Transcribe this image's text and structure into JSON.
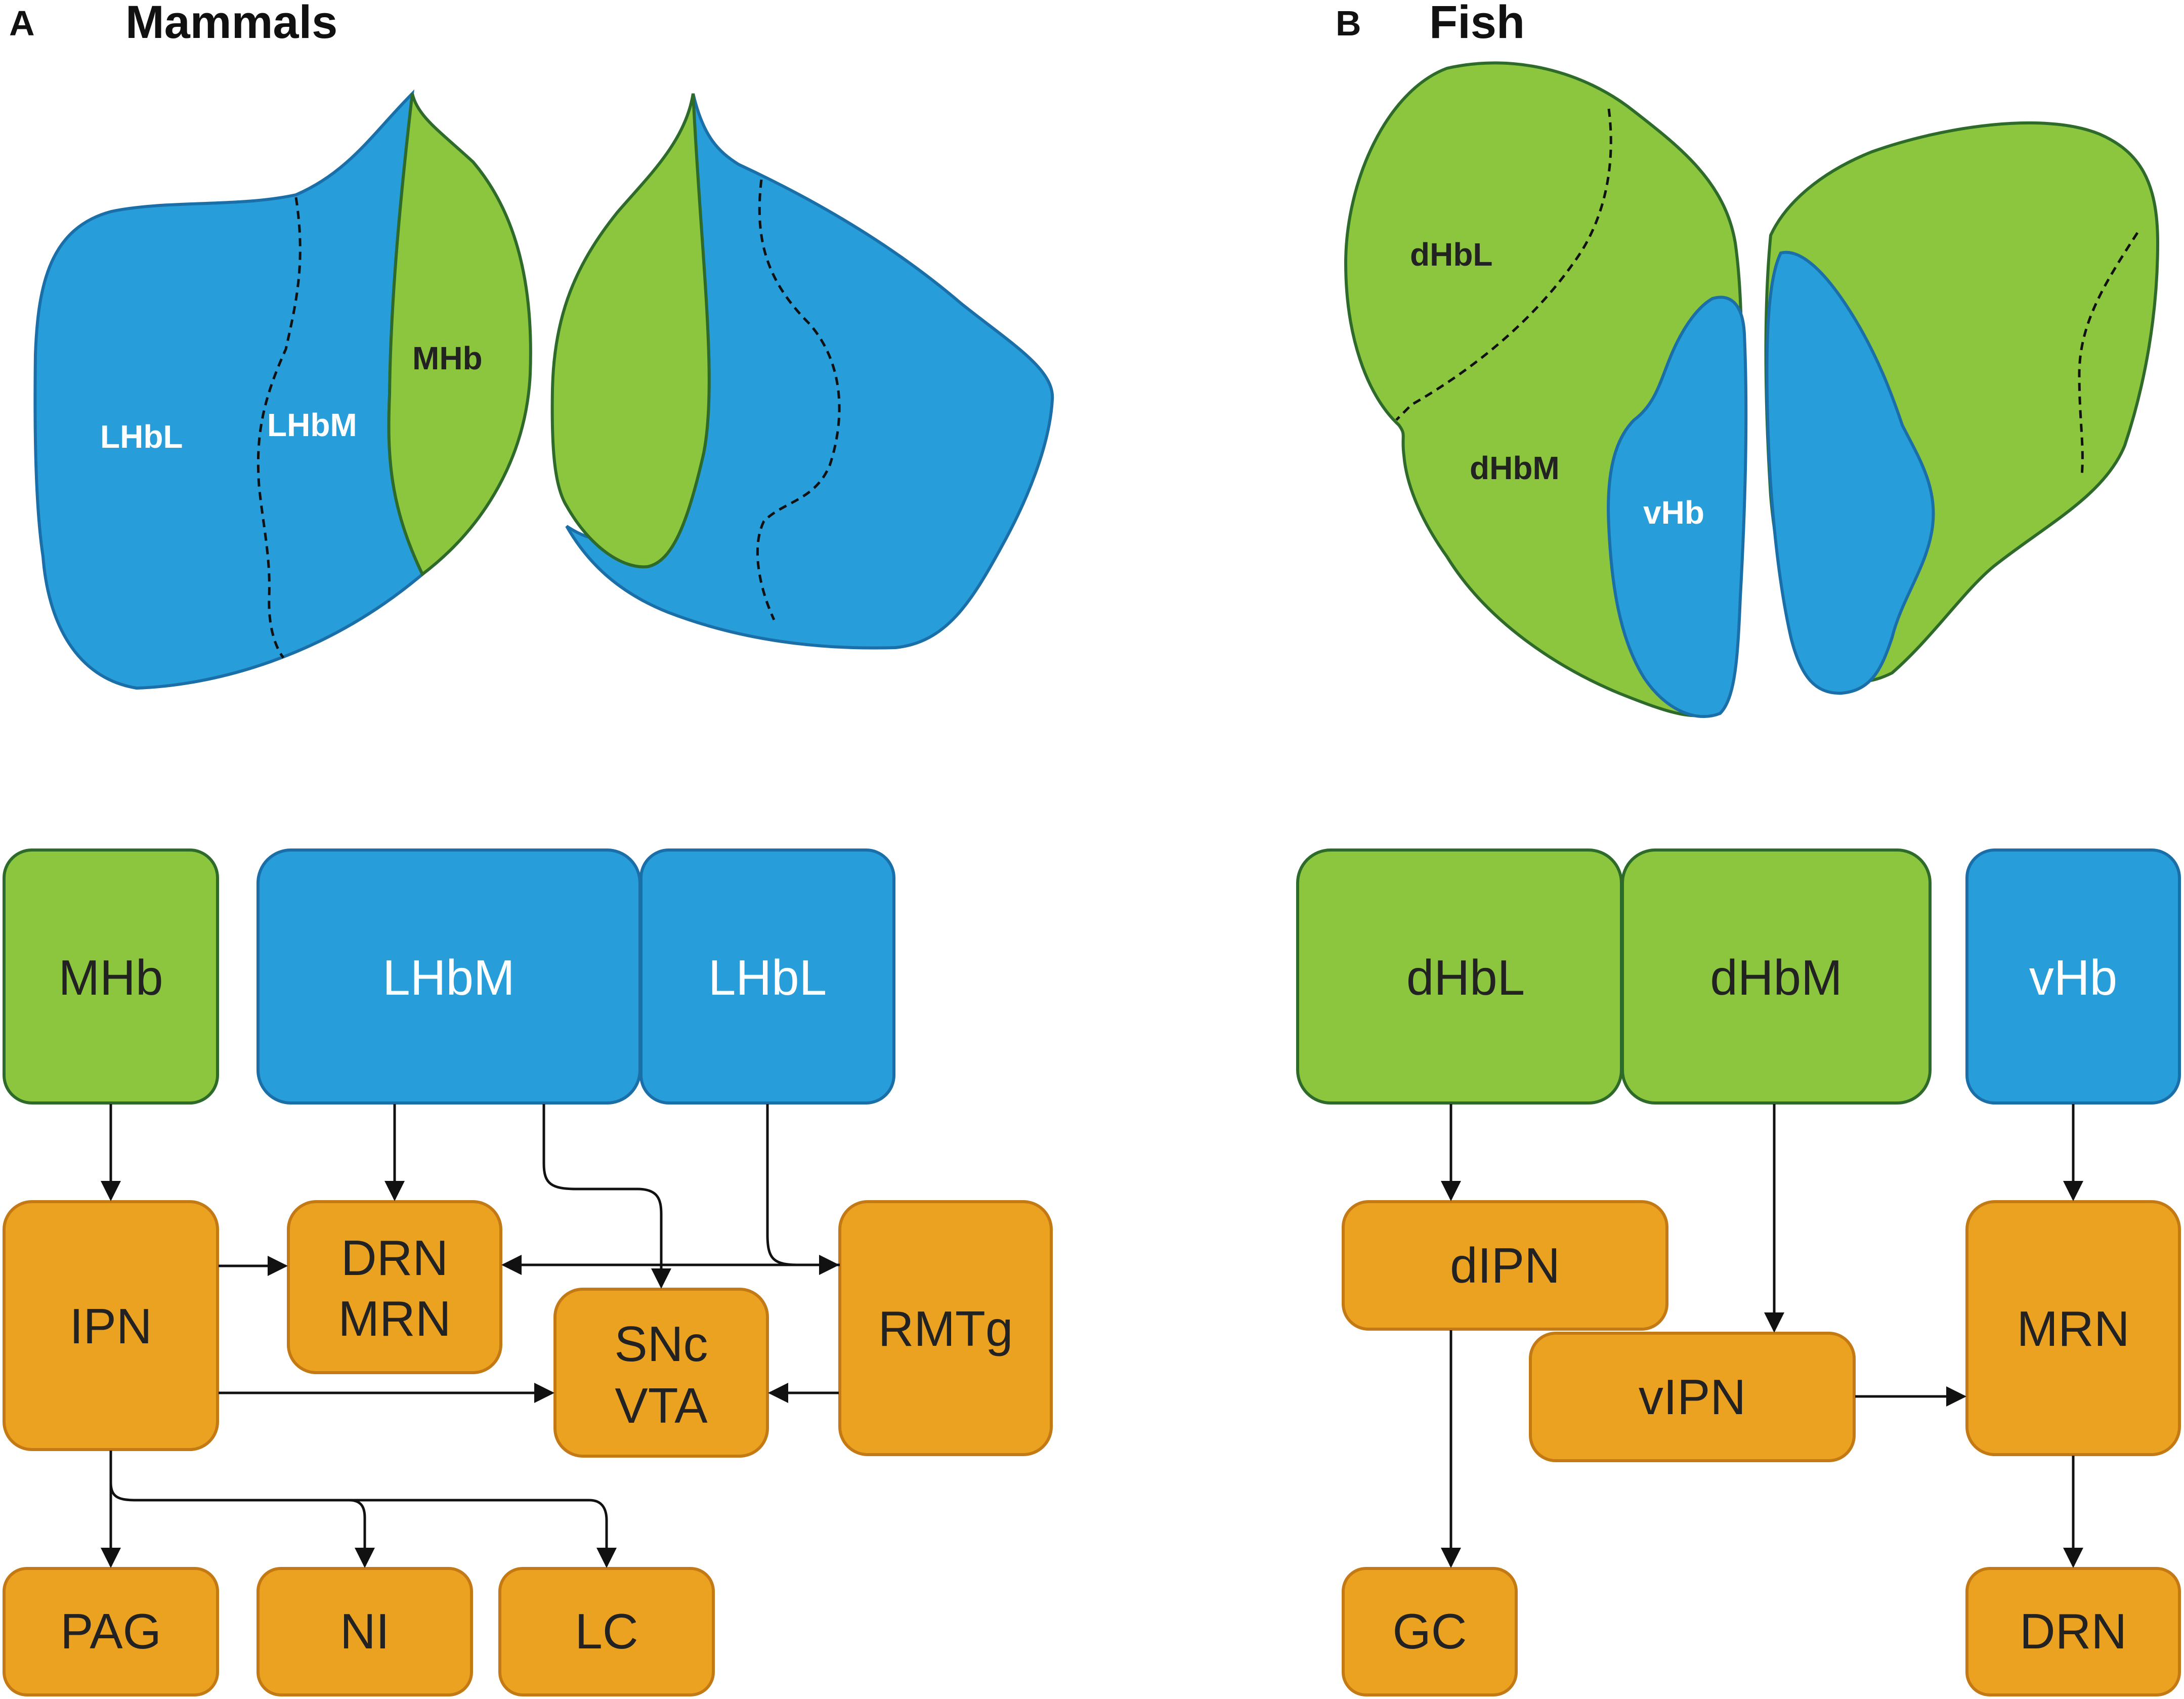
{
  "colors": {
    "green": "#8CC63F",
    "green_stroke": "#2E6B2A",
    "blue": "#279DD9",
    "blue_stroke": "#1B6FA8",
    "orange": "#EBA221",
    "orange_stroke": "#C47A14",
    "dark_text": "#222222",
    "light_text": "#ffffff"
  },
  "panel_a": {
    "letter": "A",
    "title": "Mammals",
    "regions": {
      "lhbl": "LHbL",
      "lhbm": "LHbM",
      "mhb": "MHb"
    },
    "boxes": {
      "mhb": "MHb",
      "lhbm": "LHbM",
      "lhbl": "LHbL",
      "ipn": "IPN",
      "drn_mrn": [
        "DRN",
        "MRN"
      ],
      "snc_vta": [
        "SNc",
        "VTA"
      ],
      "rmtg": "RMTg",
      "pag": "PAG",
      "ni": "NI",
      "lc": "LC"
    }
  },
  "panel_b": {
    "letter": "B",
    "title": "Fish",
    "regions": {
      "dhbl": "dHbL",
      "dhbm": "dHbM",
      "vhb": "vHb"
    },
    "boxes": {
      "dhbl": "dHbL",
      "dhbm": "dHbM",
      "vhb": "vHb",
      "dipn": "dIPN",
      "vipn": "vIPN",
      "mrn": "MRN",
      "gc": "GC",
      "drn": "DRN"
    }
  }
}
